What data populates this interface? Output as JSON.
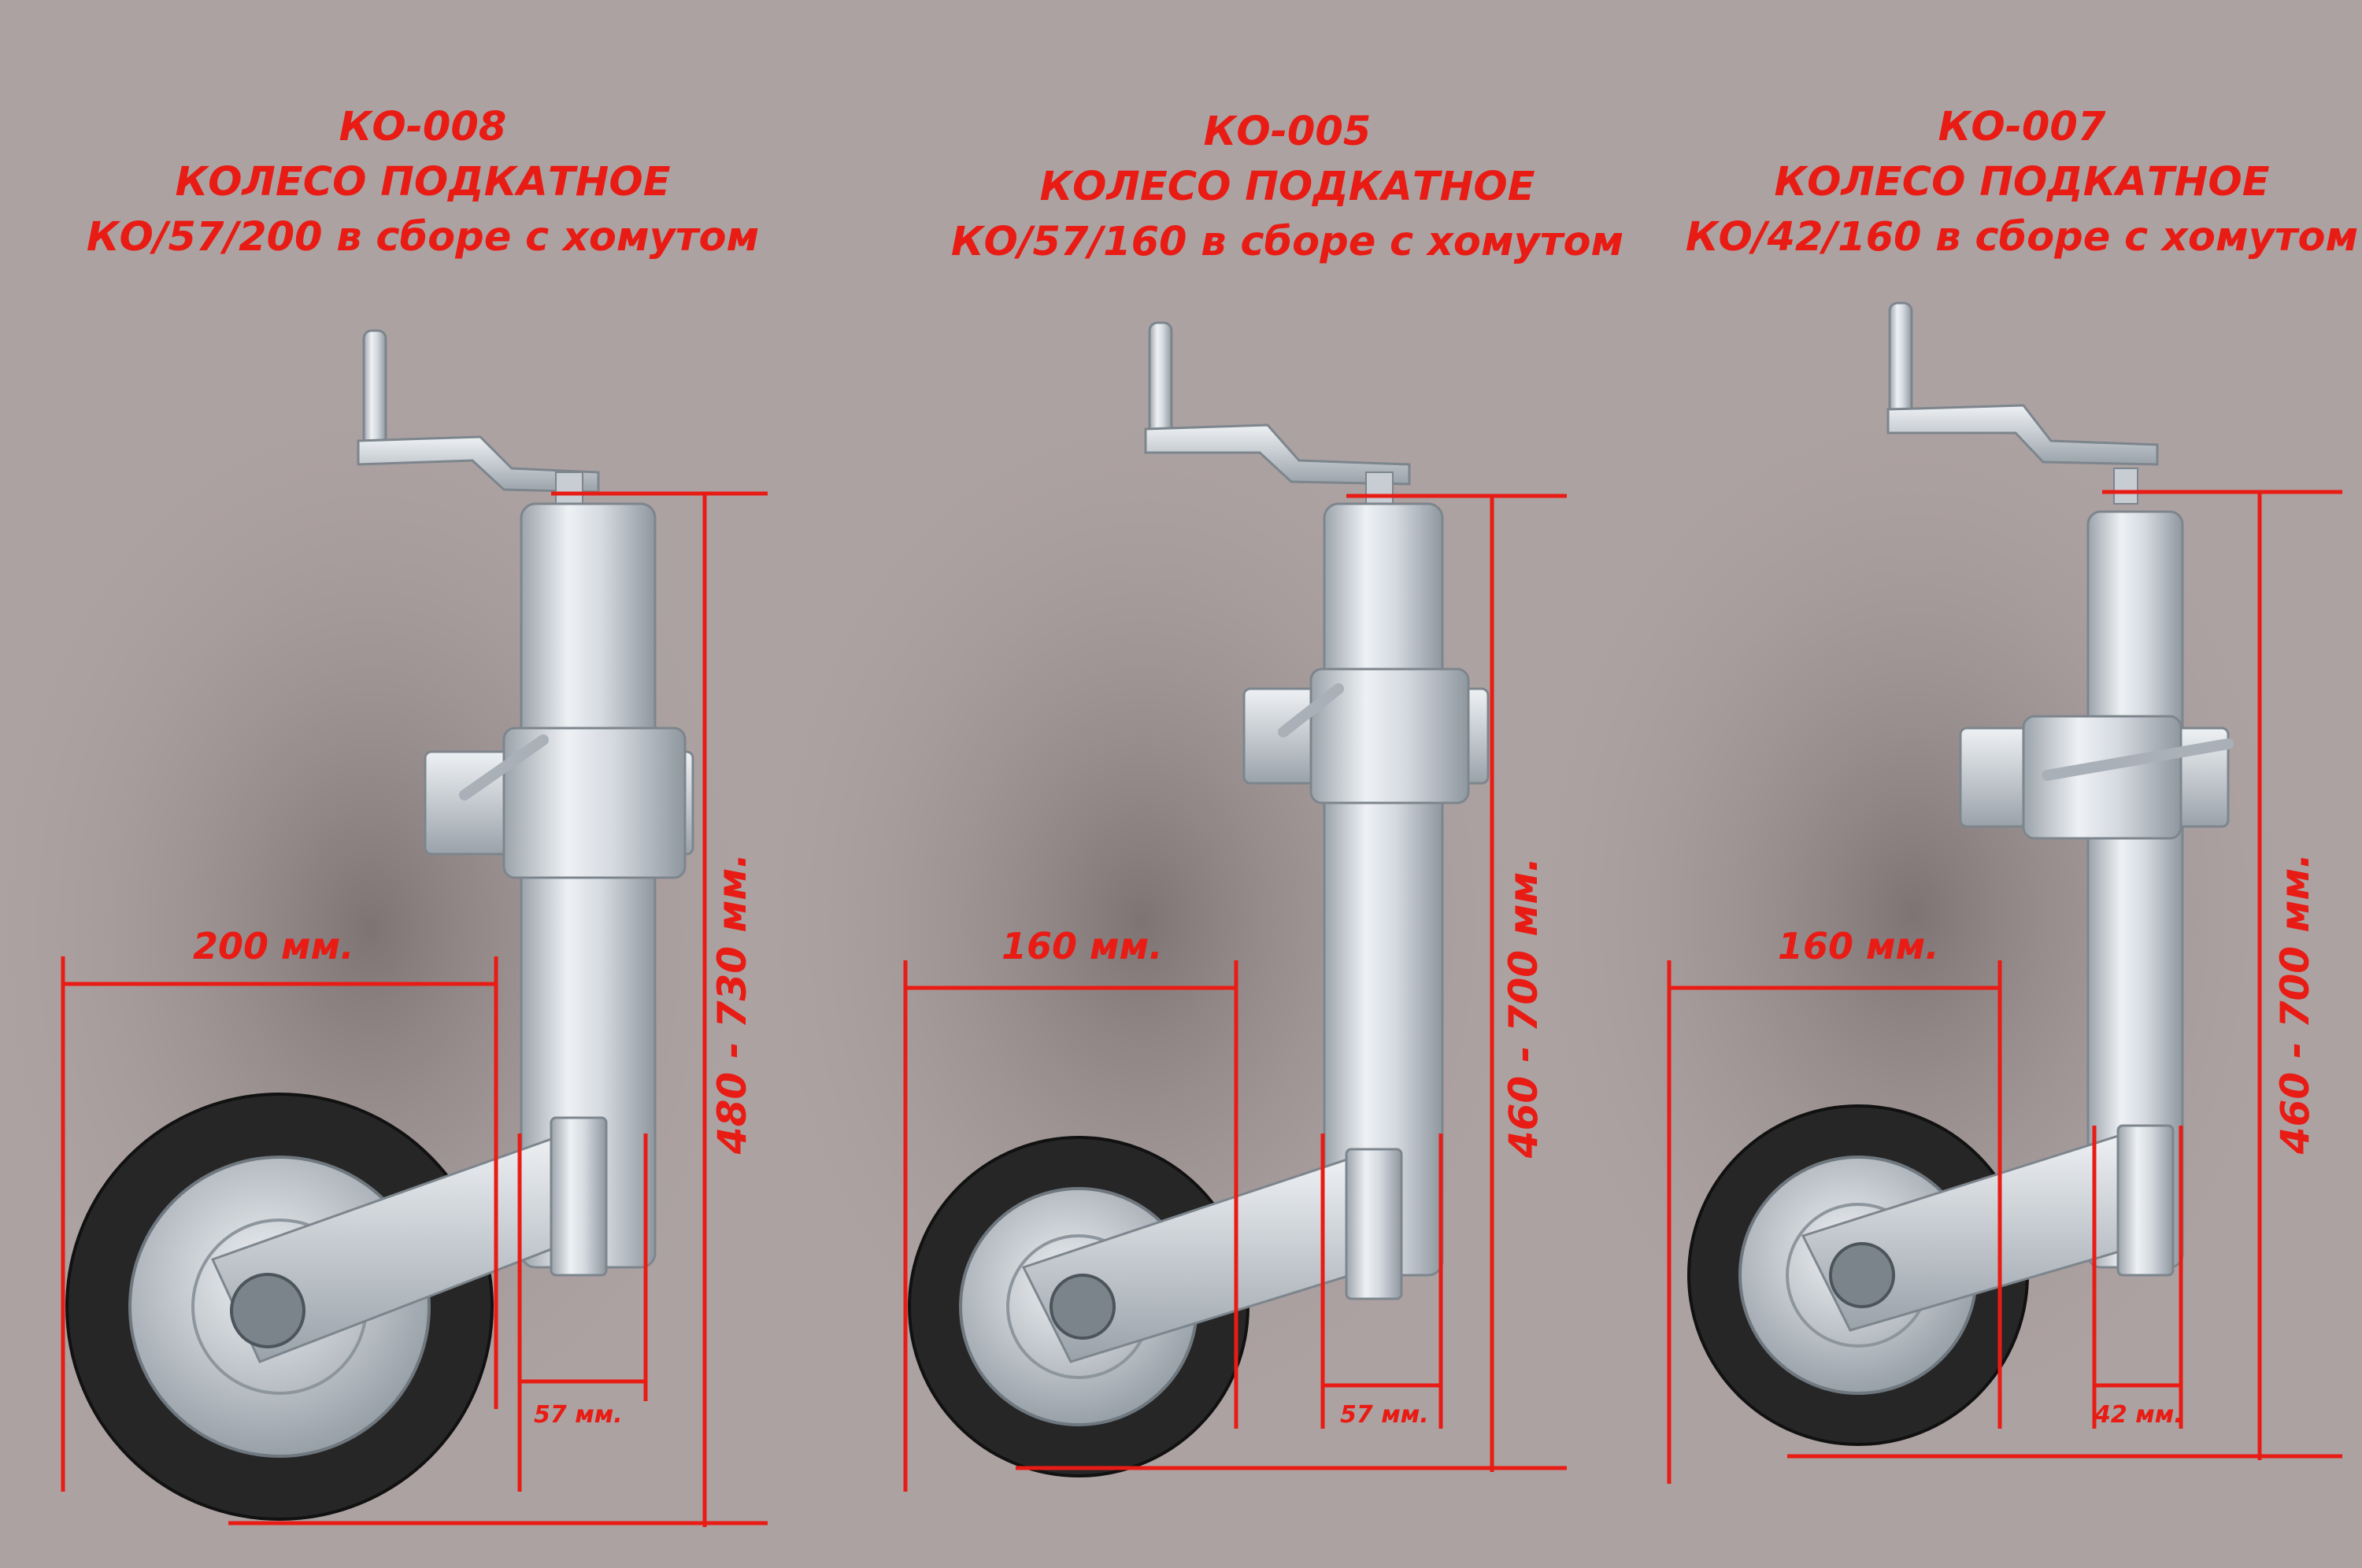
{
  "colors": {
    "background": "#ada2a2",
    "accent_red": "#e81c14",
    "galvanized_light": "#e2e6ea",
    "galvanized_mid": "#b9bfc6",
    "tire": "#2a2a2a"
  },
  "products": [
    {
      "code": "КО-008",
      "name": "КОЛЕСО ПОДКАТНОЕ",
      "spec": "КО/57/200 в сборе с хомутом",
      "wheel_diameter_label": "200 мм.",
      "tube_diameter_label": "57 мм.",
      "height_range_label": "480  -  730 мм."
    },
    {
      "code": "КО-005",
      "name": "КОЛЕСО ПОДКАТНОЕ",
      "spec": "КО/57/160 в сборе с хомутом",
      "wheel_diameter_label": "160 мм.",
      "tube_diameter_label": "57 мм.",
      "height_range_label": "460  -  700 мм."
    },
    {
      "code": "КО-007",
      "name": "КОЛЕСО ПОДКАТНОЕ",
      "spec": "КО/42/160 в сборе с хомутом",
      "wheel_diameter_label": "160 мм.",
      "tube_diameter_label": "42 мм.",
      "height_range_label": "460  -  700 мм."
    }
  ]
}
